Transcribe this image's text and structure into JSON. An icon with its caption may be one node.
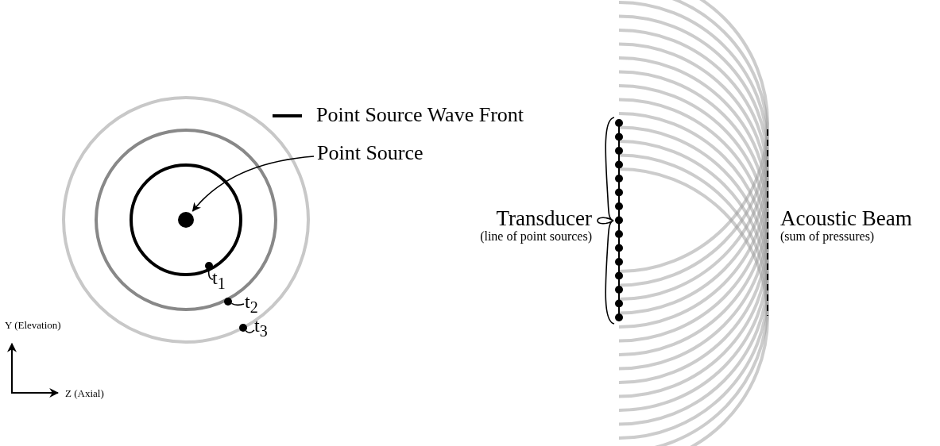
{
  "diagram": {
    "nodes": [
      {
        "text": [
          "Point Source"
        ]
      },
      {
        "text": [],
        "shape": "circle"
      },
      {
        "text": [
          "t$_{1}$"
        ]
      },
      {
        "text": [],
        "shape": "circle"
      },
      {
        "text": [
          "t$_{2}$"
        ]
      },
      {
        "text": [],
        "shape": "circle"
      },
      {
        "text": [
          "t$_{3}$"
        ]
      },
      {
        "text": [],
        "shape": "circle"
      }
    ],
    "edges": [
      {
        "from": 0,
        "to": 1,
        "arrow": "to"
      },
      {
        "from": 2,
        "to": 3,
        "arrow": "none"
      },
      {
        "from": 4,
        "to": 5,
        "arrow": "none"
      },
      {
        "from": 6,
        "to": 7,
        "arrow": "none"
      }
    ],
    "labels": [
      "Y (Elevation)",
      "Z (Axial)",
      "Transducer",
      "(line of point sources)",
      "Acoustic Beam",
      "(sum of pressures)"
    ],
    "legend": [
      {
        "text": "Point Source Wave Front"
      }
    ]
  }
}
